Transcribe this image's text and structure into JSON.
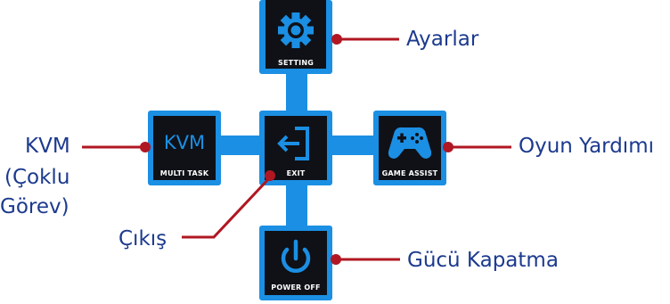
{
  "colors": {
    "frame_blue": "#1b8fe3",
    "tile_dark": "#0f1117",
    "accent_red": "#b01722",
    "label_blue": "#1c3a8e"
  },
  "buttons": {
    "setting": {
      "text": "SETTING",
      "icon": "gear-icon"
    },
    "multi_task": {
      "text": "MULTI TASK",
      "icon_text": "KVM"
    },
    "exit": {
      "text": "EXIT",
      "icon": "exit-icon"
    },
    "game_assist": {
      "text": "GAME ASSIST",
      "icon": "gamepad-icon"
    },
    "power_off": {
      "text": "POWER OFF",
      "icon": "power-icon"
    }
  },
  "labels": {
    "ayarlar": "Ayarlar",
    "oyun": "Oyun Yardımı",
    "kvm_line1": "KVM",
    "kvm_line2": "(Çoklu",
    "kvm_line3": "Görev)",
    "cikis": "Çıkış",
    "gucu": "Gücü Kapatma"
  }
}
